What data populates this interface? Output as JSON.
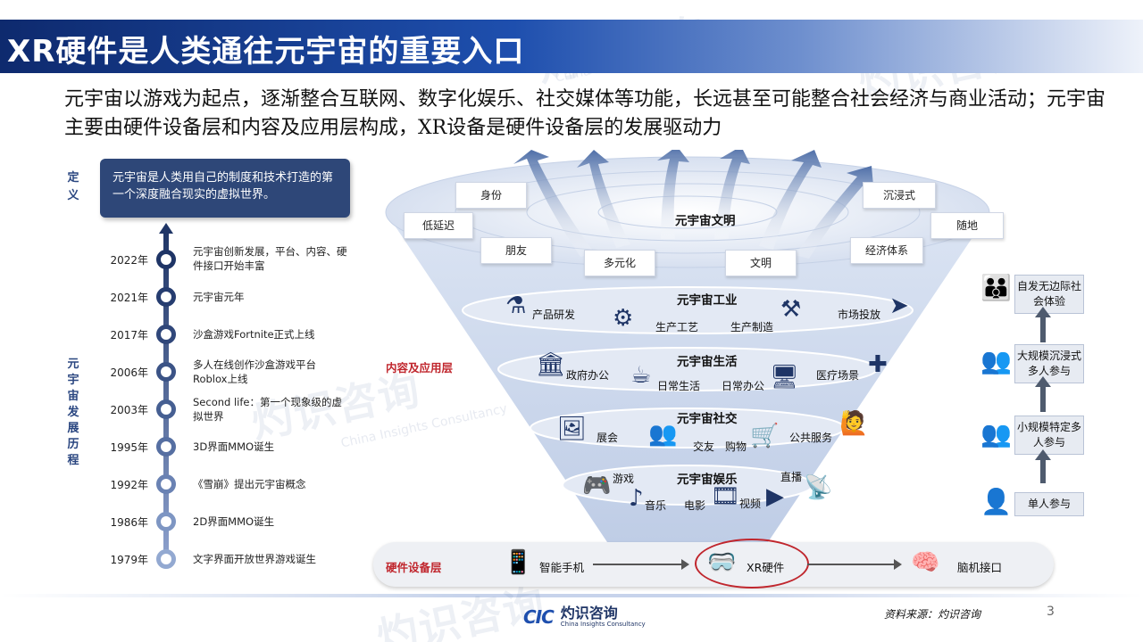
{
  "header": {
    "title": "XR硬件是人类通往元宇宙的重要入口",
    "subtitle": "元宇宙以游戏为起点，逐渐整合互联网、数字化娱乐、社交媒体等功能，长远甚至可能整合社会经济与商业活动；元宇宙主要由硬件设备层和内容及应用层构成，XR设备是硬件设备层的发展驱动力"
  },
  "definition": {
    "label": "定义",
    "text": "元宇宙是人类用自己的制度和技术打造的第一个深度融合现实的虚拟世界。"
  },
  "timeline": {
    "label": "元宇宙发展历程",
    "events": [
      {
        "year": "2022年",
        "text": "元宇宙创新发展，平台、内容、硬件接口开始丰富"
      },
      {
        "year": "2021年",
        "text": "元宇宙元年"
      },
      {
        "year": "2017年",
        "text": "沙盒游戏Fortnite正式上线"
      },
      {
        "year": "2006年",
        "text": "多人在线创作沙盒游戏平台Roblox上线"
      },
      {
        "year": "2003年",
        "text": "Second life：第一个现象级的虚拟世界"
      },
      {
        "year": "1995年",
        "text": "3D界面MMO诞生"
      },
      {
        "year": "1992年",
        "text": "《雪崩》提出元宇宙概念"
      },
      {
        "year": "1986年",
        "text": "2D界面MMO诞生"
      },
      {
        "year": "1979年",
        "text": "文字界面开放世界游戏诞生"
      }
    ]
  },
  "funnel": {
    "civilization": {
      "title": "元宇宙文明",
      "tags": [
        "身份",
        "沉浸式",
        "低延迟",
        "随地",
        "朋友",
        "经济体系",
        "多元化",
        "文明"
      ]
    },
    "content_label": "内容及应用层",
    "industry": {
      "title": "元宇宙工业",
      "items": [
        "产品研发",
        "生产工艺",
        "生产制造",
        "市场投放"
      ]
    },
    "life": {
      "title": "元宇宙生活",
      "items": [
        "政府办公",
        "日常生活",
        "日常办公",
        "医疗场景"
      ]
    },
    "social": {
      "title": "元宇宙社交",
      "items": [
        "展会",
        "交友",
        "购物",
        "公共服务"
      ]
    },
    "entertainment": {
      "title": "元宇宙娱乐",
      "items": [
        "游戏",
        "音乐",
        "电影",
        "视频",
        "直播"
      ]
    }
  },
  "hardware": {
    "label": "硬件设备层",
    "items": [
      "智能手机",
      "XR硬件",
      "脑机接口"
    ]
  },
  "progression": {
    "steps": [
      "自发无边际社会体验",
      "大规模沉浸式多人参与",
      "小规模特定多人参与",
      "单人参与"
    ]
  },
  "footer": {
    "logo_cic": "CIC",
    "logo_cn": "灼识咨询",
    "logo_en": "China Insights Consultancy",
    "source": "资料来源：灼识咨询",
    "page": "3"
  },
  "colors": {
    "brand_navy": "#1f3566",
    "brand_blue": "#1e4fae",
    "highlight_red": "#c0262d"
  }
}
